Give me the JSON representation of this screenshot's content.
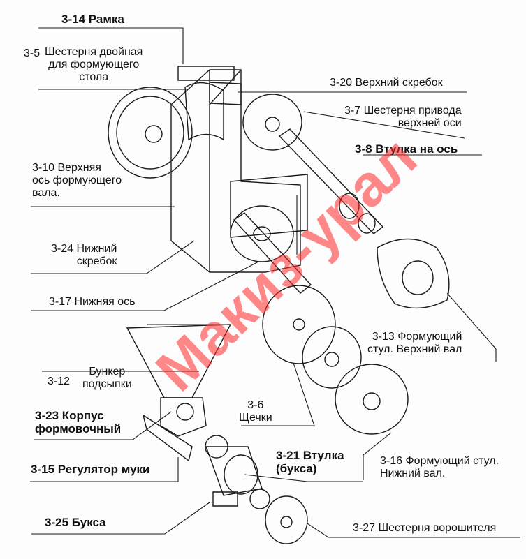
{
  "labels": {
    "l_3_14": "3-14 Рамка",
    "l_3_5_num": "3-5",
    "l_3_5_text": "Шестерня двойная\nдля формующего\nстола",
    "l_3_20": "3-20 Верхний скребок",
    "l_3_7": "3-7 Шестерня привода\nверхней оси",
    "l_3_8": "3-8 Втулка на ось",
    "l_3_10": "3-10 Верхняя\nось формующего\nвала.",
    "l_3_24": "3-24 Нижний\nскребок",
    "l_3_17": "3-17 Нижняя ось",
    "l_3_13": "3-13 Формующий\nстул. Верхний вал",
    "l_3_12_num": "3-12",
    "l_3_12_text": "Бункер\nподсыпки",
    "l_3_23": "3-23 Корпус\nформовочный",
    "l_3_6": "3-6\nЩечки",
    "l_3_15": "3-15 Регулятор муки",
    "l_3_21": "3-21 Втулка\n(букса)",
    "l_3_16": "3-16 Формующий стул.\nНижний вал.",
    "l_3_25": "3-25 Букса",
    "l_3_27": "3-27 Шестерня ворошителя"
  },
  "watermark": "Макиз-урал",
  "colors": {
    "ink": "#1a1a1a",
    "watermark": "#ff2828"
  }
}
